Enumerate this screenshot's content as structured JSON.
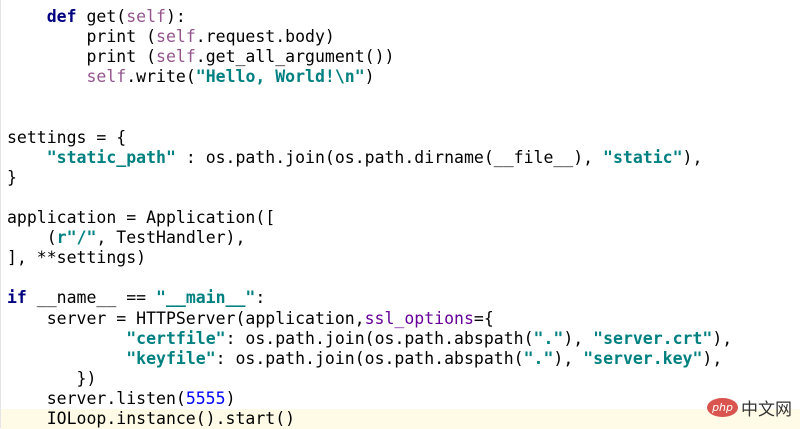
{
  "editor": {
    "current_line": 20,
    "lines": [
      [
        [
          "    ",
          ""
        ],
        [
          "def",
          "kw"
        ],
        [
          " get(",
          ""
        ],
        [
          "self",
          "self"
        ],
        [
          "):",
          ""
        ]
      ],
      [
        [
          "        print (",
          ""
        ],
        [
          "self",
          "self"
        ],
        [
          ".request.body)",
          ""
        ]
      ],
      [
        [
          "        print (",
          ""
        ],
        [
          "self",
          "self"
        ],
        [
          ".get_all_argument())",
          ""
        ]
      ],
      [
        [
          "        ",
          ""
        ],
        [
          "self",
          "self"
        ],
        [
          ".write(",
          ""
        ],
        [
          "\"Hello, World!\\n\"",
          "str"
        ],
        [
          ")",
          ""
        ]
      ],
      [],
      [],
      [
        [
          "settings = {",
          ""
        ]
      ],
      [
        [
          "    ",
          ""
        ],
        [
          "\"static_path\"",
          "str"
        ],
        [
          " : os.path.join(os.path.dirname(__file__), ",
          ""
        ],
        [
          "\"static\"",
          "str"
        ],
        [
          "),",
          ""
        ]
      ],
      [
        [
          "}",
          ""
        ]
      ],
      [],
      [
        [
          "application = Application([",
          ""
        ]
      ],
      [
        [
          "    (",
          ""
        ],
        [
          "r\"/\"",
          "str"
        ],
        [
          ", TestHandler),",
          ""
        ]
      ],
      [
        [
          "], **settings)",
          ""
        ]
      ],
      [],
      [
        [
          "if",
          "kw"
        ],
        [
          " __name__ == ",
          ""
        ],
        [
          "\"__main__\"",
          "str"
        ],
        [
          ":",
          ""
        ]
      ],
      [
        [
          "    server = HTTPServer(application,",
          ""
        ],
        [
          "ssl_options",
          "param"
        ],
        [
          "={",
          ""
        ]
      ],
      [
        [
          "            ",
          ""
        ],
        [
          "\"certfile\"",
          "str"
        ],
        [
          ": os.path.join(os.path.abspath(",
          ""
        ],
        [
          "\".\"",
          "str"
        ],
        [
          "), ",
          ""
        ],
        [
          "\"server.crt\"",
          "str"
        ],
        [
          "),",
          ""
        ]
      ],
      [
        [
          "            ",
          ""
        ],
        [
          "\"keyfile\"",
          "str"
        ],
        [
          ": os.path.join(os.path.abspath(",
          ""
        ],
        [
          "\".\"",
          "str"
        ],
        [
          "), ",
          ""
        ],
        [
          "\"server.key\"",
          "str"
        ],
        [
          "),",
          ""
        ]
      ],
      [
        [
          "       })",
          ""
        ]
      ],
      [
        [
          "    server.listen(",
          ""
        ],
        [
          "5555",
          "num"
        ],
        [
          ")",
          ""
        ]
      ],
      [
        [
          "    IOLoop.instance().start()",
          ""
        ]
      ]
    ]
  },
  "watermark": {
    "badge": "php",
    "text": "中文网"
  }
}
